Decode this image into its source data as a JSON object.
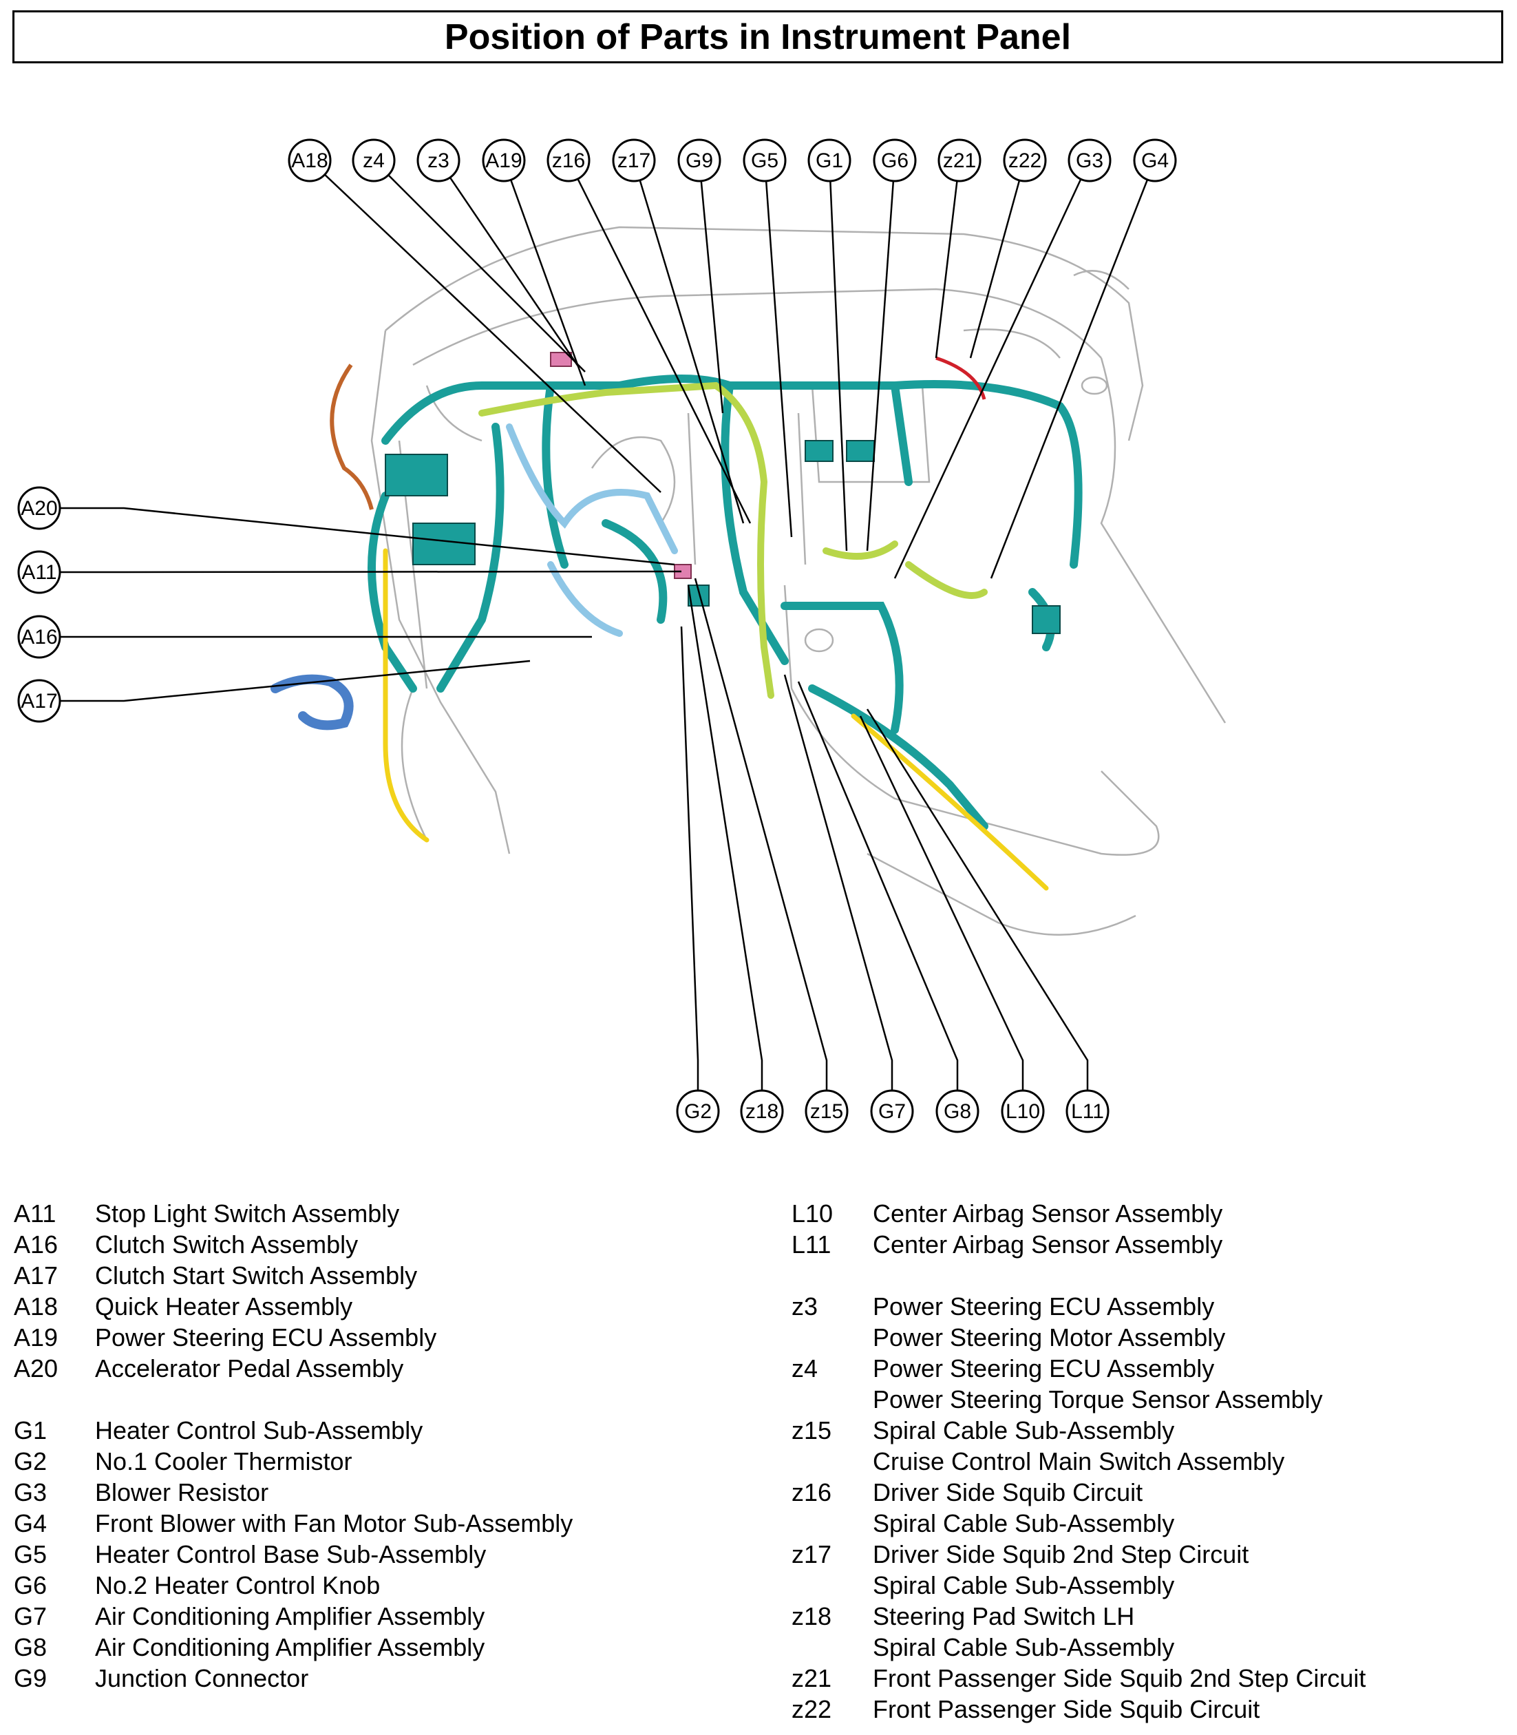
{
  "title": "Position of Parts in Instrument Panel",
  "colors": {
    "harness_teal": "#1a9e9a",
    "harness_lime": "#b8d64a",
    "harness_blue": "#4a7fc8",
    "harness_light_blue": "#8ec6e6",
    "harness_yellow": "#f2d21a",
    "harness_brown": "#c0642a",
    "harness_red": "#d0202a",
    "harness_pink": "#e080b0",
    "outline": "#b0b0b0"
  },
  "callouts": {
    "top": [
      "A18",
      "z4",
      "z3",
      "A19",
      "z16",
      "z17",
      "G9",
      "G5",
      "G1",
      "G6",
      "z21",
      "z22",
      "G3",
      "G4"
    ],
    "left": [
      "A20",
      "A11",
      "A16",
      "A17"
    ],
    "bottom": [
      "G2",
      "z18",
      "z15",
      "G7",
      "G8",
      "L10",
      "L11"
    ]
  },
  "legend_left": [
    {
      "code": "A11",
      "name": "Stop Light Switch Assembly"
    },
    {
      "code": "A16",
      "name": "Clutch Switch Assembly"
    },
    {
      "code": "A17",
      "name": "Clutch Start Switch Assembly"
    },
    {
      "code": "A18",
      "name": "Quick Heater Assembly"
    },
    {
      "code": "A19",
      "name": "Power Steering ECU Assembly"
    },
    {
      "code": "A20",
      "name": "Accelerator Pedal Assembly"
    },
    {
      "code": "",
      "name": ""
    },
    {
      "code": "G1",
      "name": "Heater Control Sub-Assembly"
    },
    {
      "code": "G2",
      "name": "No.1 Cooler Thermistor"
    },
    {
      "code": "G3",
      "name": "Blower Resistor"
    },
    {
      "code": "G4",
      "name": "Front Blower with Fan Motor Sub-Assembly"
    },
    {
      "code": "G5",
      "name": "Heater Control Base Sub-Assembly"
    },
    {
      "code": "G6",
      "name": "No.2 Heater Control Knob"
    },
    {
      "code": "G7",
      "name": "Air Conditioning Amplifier Assembly"
    },
    {
      "code": "G8",
      "name": "Air Conditioning Amplifier Assembly"
    },
    {
      "code": "G9",
      "name": "Junction Connector"
    }
  ],
  "legend_right": [
    {
      "code": "L10",
      "name": "Center Airbag Sensor Assembly"
    },
    {
      "code": "L11",
      "name": "Center Airbag Sensor Assembly"
    },
    {
      "code": "",
      "name": ""
    },
    {
      "code": "z3",
      "name": "Power Steering ECU Assembly"
    },
    {
      "code": "",
      "name": "Power Steering Motor Assembly"
    },
    {
      "code": "z4",
      "name": "Power Steering ECU Assembly"
    },
    {
      "code": "",
      "name": "Power Steering Torque Sensor Assembly"
    },
    {
      "code": "z15",
      "name": "Spiral Cable Sub-Assembly"
    },
    {
      "code": "",
      "name": "Cruise Control Main Switch Assembly"
    },
    {
      "code": "z16",
      "name": "Driver Side Squib Circuit"
    },
    {
      "code": "",
      "name": "Spiral Cable Sub-Assembly"
    },
    {
      "code": "z17",
      "name": "Driver Side Squib 2nd Step Circuit"
    },
    {
      "code": "",
      "name": "Spiral Cable Sub-Assembly"
    },
    {
      "code": "z18",
      "name": "Steering Pad Switch LH"
    },
    {
      "code": "",
      "name": "Spiral Cable Sub-Assembly"
    },
    {
      "code": "z21",
      "name": "Front Passenger Side Squib 2nd Step Circuit"
    },
    {
      "code": "z22",
      "name": "Front Passenger Side Squib Circuit"
    }
  ]
}
